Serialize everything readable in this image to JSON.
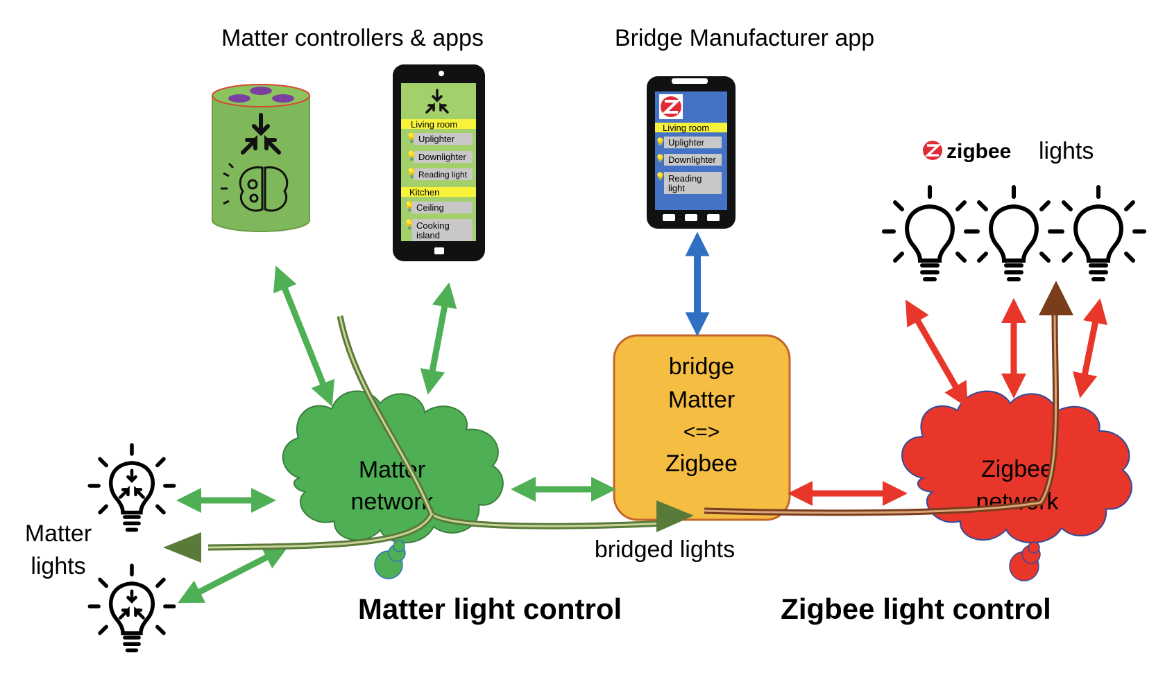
{
  "headings": {
    "controllers": "Matter controllers & apps",
    "manufacturer_app": "Bridge Manufacturer app",
    "zigbee_brand": "zigbee",
    "zigbee_lights": "lights"
  },
  "matter_app": {
    "rooms": [
      {
        "name": "Living room",
        "devices": [
          "Uplighter",
          "Downlighter",
          "Reading light"
        ]
      },
      {
        "name": "Kitchen",
        "devices": [
          "Ceiling",
          "Cooking",
          "island"
        ]
      }
    ]
  },
  "bridge_app": {
    "room": "Living room",
    "devices": [
      "Uplighter",
      "Downlighter",
      "Reading",
      "light"
    ]
  },
  "bridge": {
    "lines": [
      "bridge",
      "Matter",
      "<=>",
      "Zigbee"
    ]
  },
  "clouds": {
    "matter": [
      "Matter",
      "network"
    ],
    "zigbee": [
      "Zigbee",
      "network"
    ]
  },
  "labels": {
    "matter_lights": [
      "Matter",
      "lights"
    ],
    "bridged_lights": "bridged lights",
    "matter_control": "Matter light control",
    "zigbee_control": "Zigbee light control"
  },
  "colors": {
    "matter_green": "#4faf55",
    "matter_dark": "#5a7a3a",
    "zigbee_red": "#e8362a",
    "bridge_orange": "#f5bd42",
    "zigbee_control_text": "#c55a2a",
    "phone_blue": "#4472c4",
    "app_green": "#a3d06a"
  }
}
